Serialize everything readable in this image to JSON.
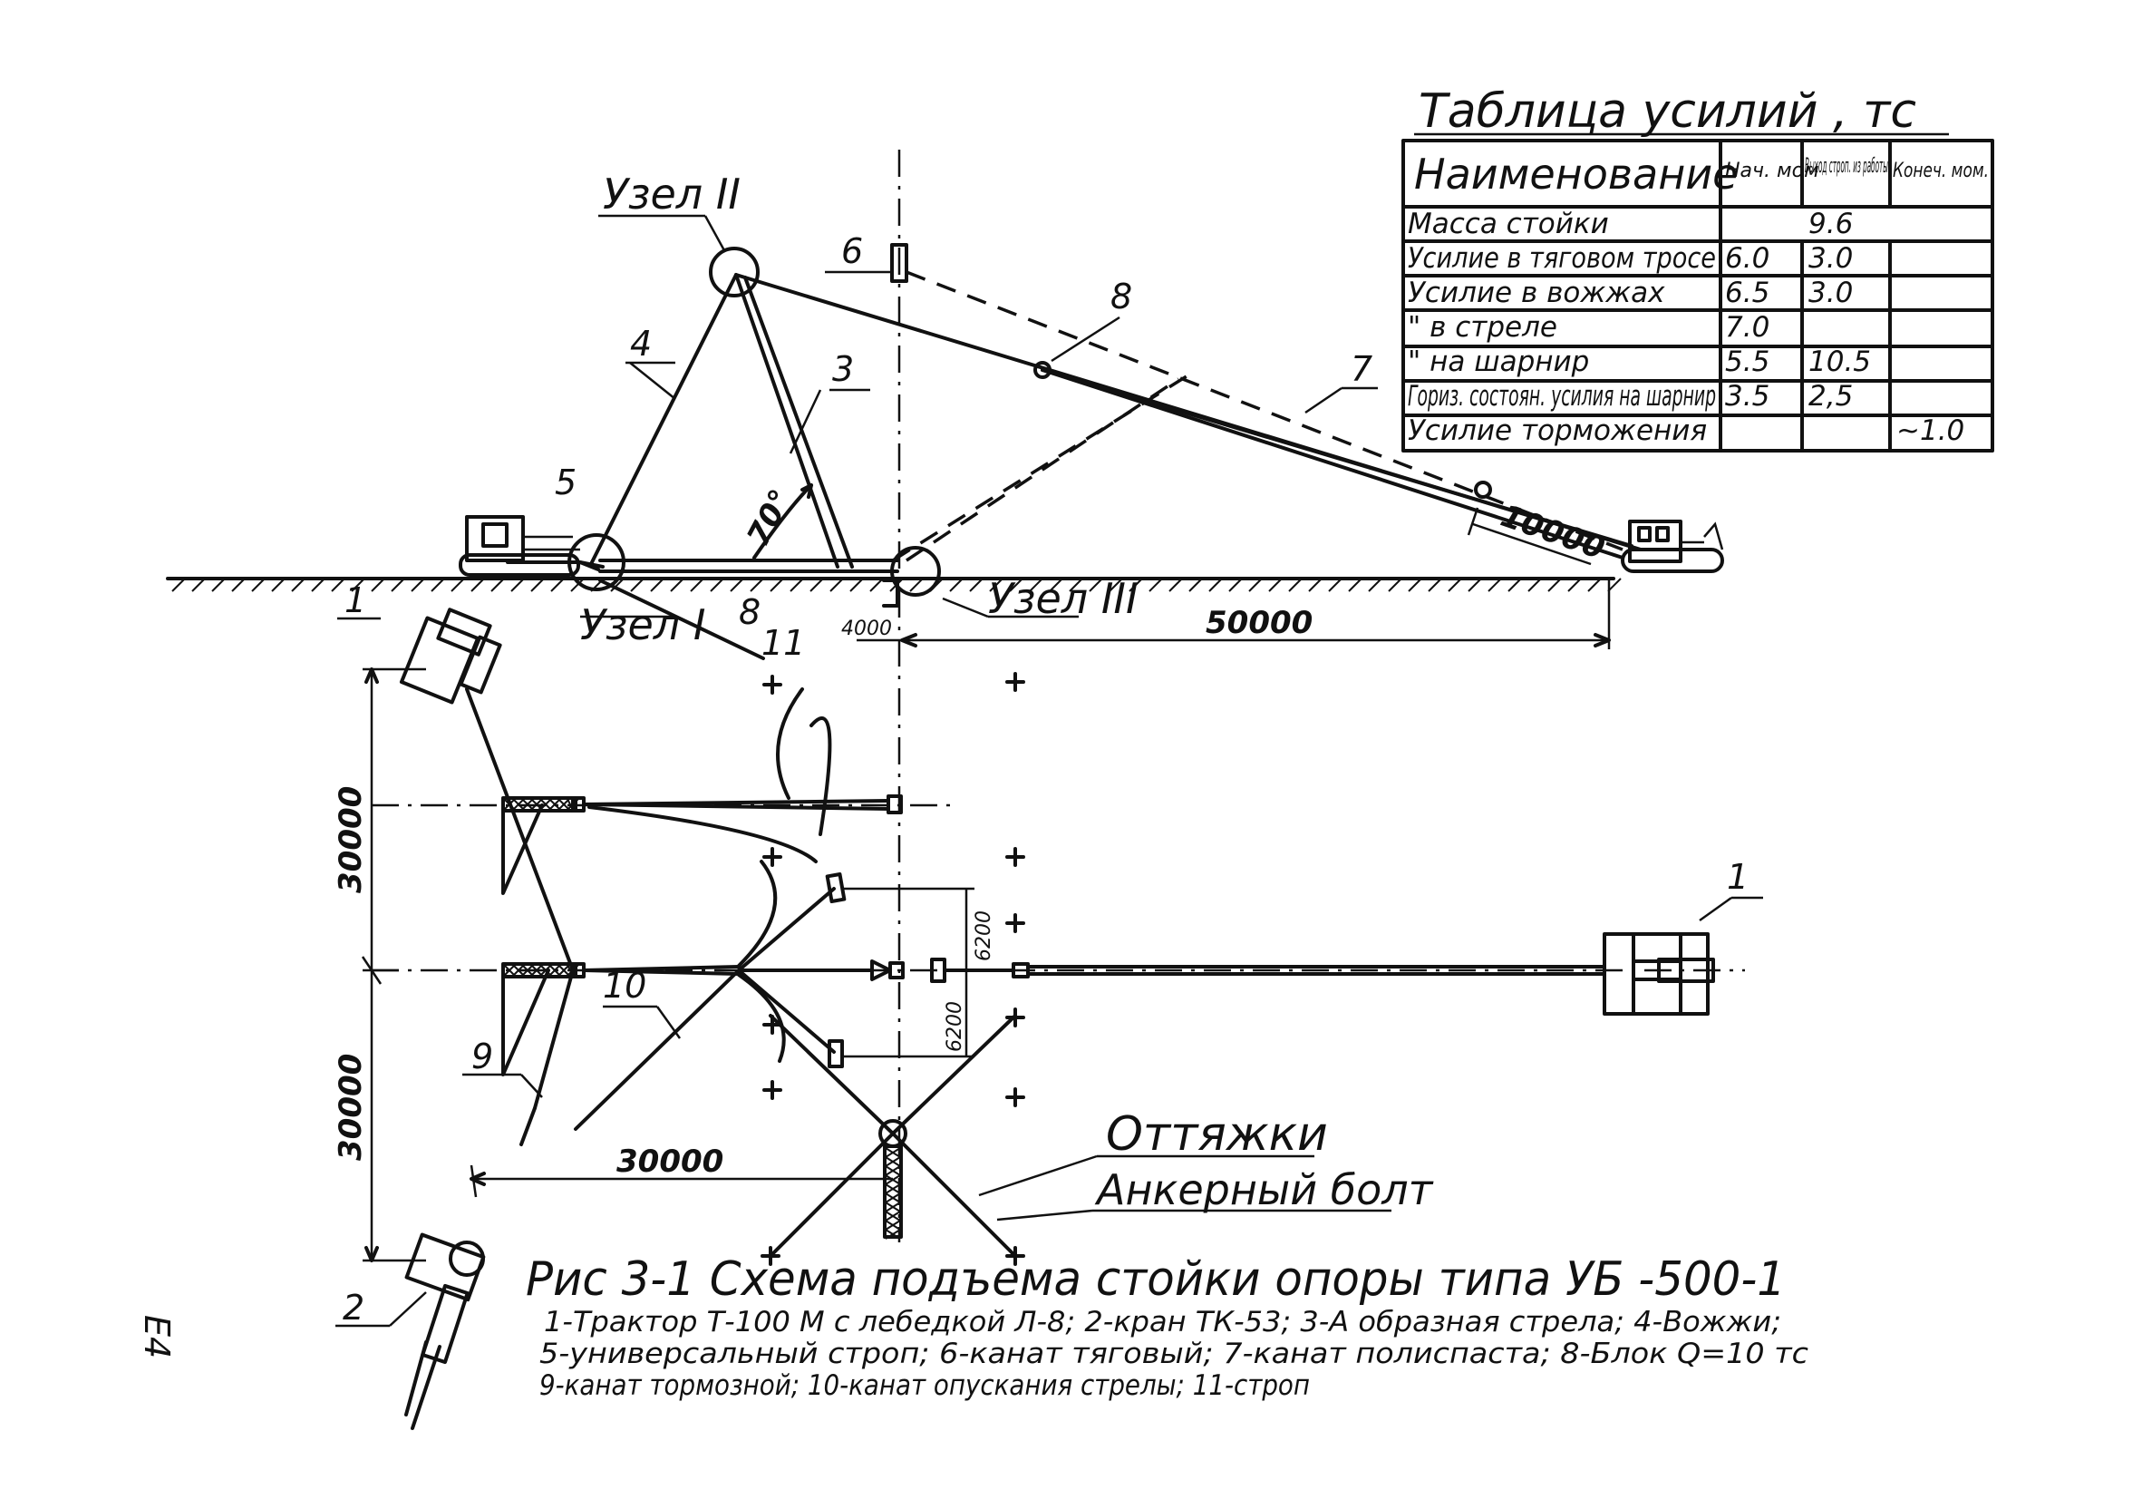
{
  "table": {
    "title": "Таблица усилий , тс",
    "header": {
      "name": "Наименование",
      "c1": "Нач. мом",
      "c2": "Выход строп. из работы",
      "c3": "Конеч. мом."
    },
    "rows": [
      {
        "name": "Масса стойки",
        "c1": "",
        "c2": "9.6",
        "c3": ""
      },
      {
        "name": "Усилие в тяговом тросе",
        "c1": "6.0",
        "c2": "3.0",
        "c3": ""
      },
      {
        "name": "Усилие в вожжах",
        "c1": "6.5",
        "c2": "3.0",
        "c3": ""
      },
      {
        "name": "\" в стреле",
        "c1": "7.0",
        "c2": "",
        "c3": ""
      },
      {
        "name": "\" на шарнир",
        "c1": "5.5",
        "c2": "10.5",
        "c3": ""
      },
      {
        "name": "Гориз. состоян. усилия на шарнир",
        "c1": "3.5",
        "c2": "2,5",
        "c3": ""
      },
      {
        "name": "Усилие торможения",
        "c1": "",
        "c2": "",
        "c3": "~1.0"
      }
    ]
  },
  "labels": {
    "node1": "Узел I",
    "node2": "Узел II",
    "node3": "Узел III",
    "n1": "1",
    "n1b": "1",
    "n2": "2",
    "n3": "3",
    "n4": "4",
    "n5": "5",
    "n6": "6",
    "n7": "7",
    "n8": "8",
    "n8b": "8",
    "n9": "9",
    "n10": "10",
    "n11": "11",
    "angle": "70°",
    "guys": "Оттяжки",
    "anchor": "Анкерный болт"
  },
  "dims": {
    "d50000": "50000",
    "d10000": "10000",
    "d4000": "4000",
    "d30000a": "30000",
    "d30000b": "30000",
    "d30000h": "30000",
    "d6200a": "6200",
    "d6200b": "6200"
  },
  "caption": {
    "title": "Рис 3-1 Схема подъема стойки опоры типа УБ -500-1",
    "line1": "1-Трактор Т-100 М с лебедкой Л-8; 2-кран ТК-53; 3-А образная стрела; 4-Вожжи;",
    "line2": "5-универсальный строп; 6-канат тяговый; 7-канат полиспаста; 8-Блок Q=10 тс",
    "line3": "9-канат тормозной; 10-канат опускания стрелы; 11-строп"
  },
  "margin_note": "Е4"
}
